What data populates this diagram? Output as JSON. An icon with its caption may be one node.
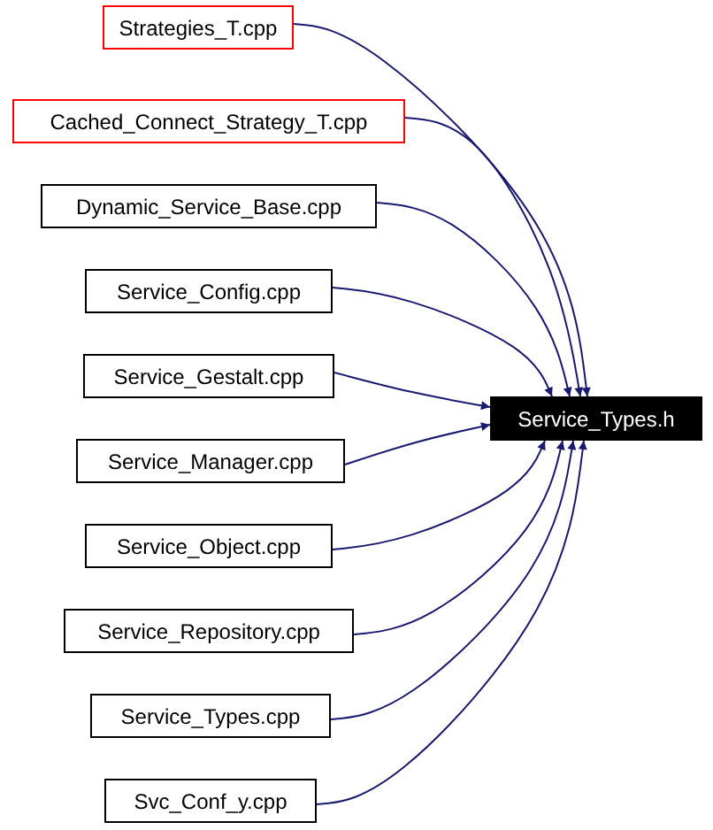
{
  "diagram": {
    "nodes": [
      {
        "text": [
          "Strategies_T.cpp"
        ]
      },
      {
        "text": [
          "Cached_Connect_Strategy_T.cpp"
        ]
      },
      {
        "text": [
          "Dynamic_Service_Base.cpp"
        ]
      },
      {
        "text": [
          "Service_Config.cpp"
        ]
      },
      {
        "text": [
          "Service_Gestalt.cpp"
        ]
      },
      {
        "text": [
          "Service_Manager.cpp"
        ]
      },
      {
        "text": [
          "Service_Object.cpp"
        ]
      },
      {
        "text": [
          "Service_Repository.cpp"
        ]
      },
      {
        "text": [
          "Service_Types.cpp"
        ]
      },
      {
        "text": [
          "Svc_Conf_y.cpp"
        ]
      },
      {
        "text": [
          "Service_Types.h"
        ]
      }
    ],
    "edges": [
      {
        "from": 0,
        "to": 10,
        "arrow": "to"
      },
      {
        "from": 1,
        "to": 10,
        "arrow": "to"
      },
      {
        "from": 2,
        "to": 10,
        "arrow": "to"
      },
      {
        "from": 3,
        "to": 10,
        "arrow": "to"
      },
      {
        "from": 4,
        "to": 10,
        "arrow": "to"
      },
      {
        "from": 5,
        "to": 10,
        "arrow": "to"
      },
      {
        "from": 6,
        "to": 10,
        "arrow": "to"
      },
      {
        "from": 7,
        "to": 10,
        "arrow": "to"
      },
      {
        "from": 8,
        "to": 10,
        "arrow": "to"
      },
      {
        "from": 9,
        "to": 10,
        "arrow": "to"
      }
    ]
  }
}
